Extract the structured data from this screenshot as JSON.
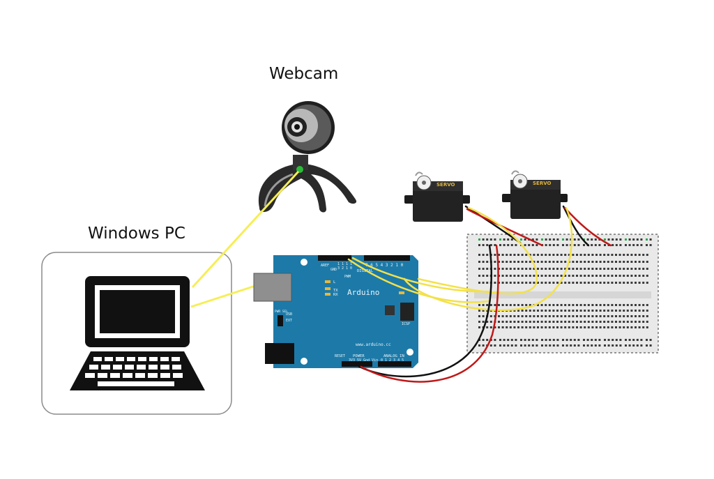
{
  "labels": {
    "webcam": "Webcam",
    "pc": "Windows PC"
  },
  "arduino": {
    "brand": "Arduino",
    "url": "www.arduino.cc",
    "power": "POWER",
    "analog": "ANALOG IN",
    "digital": "DIGITAL",
    "aref": "AREF",
    "gnd": "GND",
    "pwr_pins": "3V3 5V Gnd Vin",
    "analog_pins": "0 1 2 3 4 5",
    "digital_left": "1 1 1 1",
    "digital_left2": "3 2 1 0",
    "digital_right": "7 6 5 4 3 2 1 0",
    "tx": "TX",
    "rx": "RX",
    "l": "L",
    "usb": "USB",
    "ext": "EXT",
    "pwr_sel": "PWR SEL",
    "icsp": "ICSP",
    "reset": "RESET",
    "pwm": "PWM"
  },
  "servos": [
    {
      "label": "SERVO"
    },
    {
      "label": "SERVO"
    }
  ],
  "colors": {
    "board": "#1d7aa8",
    "board_dark": "#145a7d",
    "wire_signal": "#f3e14a",
    "wire_power": "#c01818",
    "wire_ground": "#111111",
    "usb_link": "#f6ee55"
  }
}
